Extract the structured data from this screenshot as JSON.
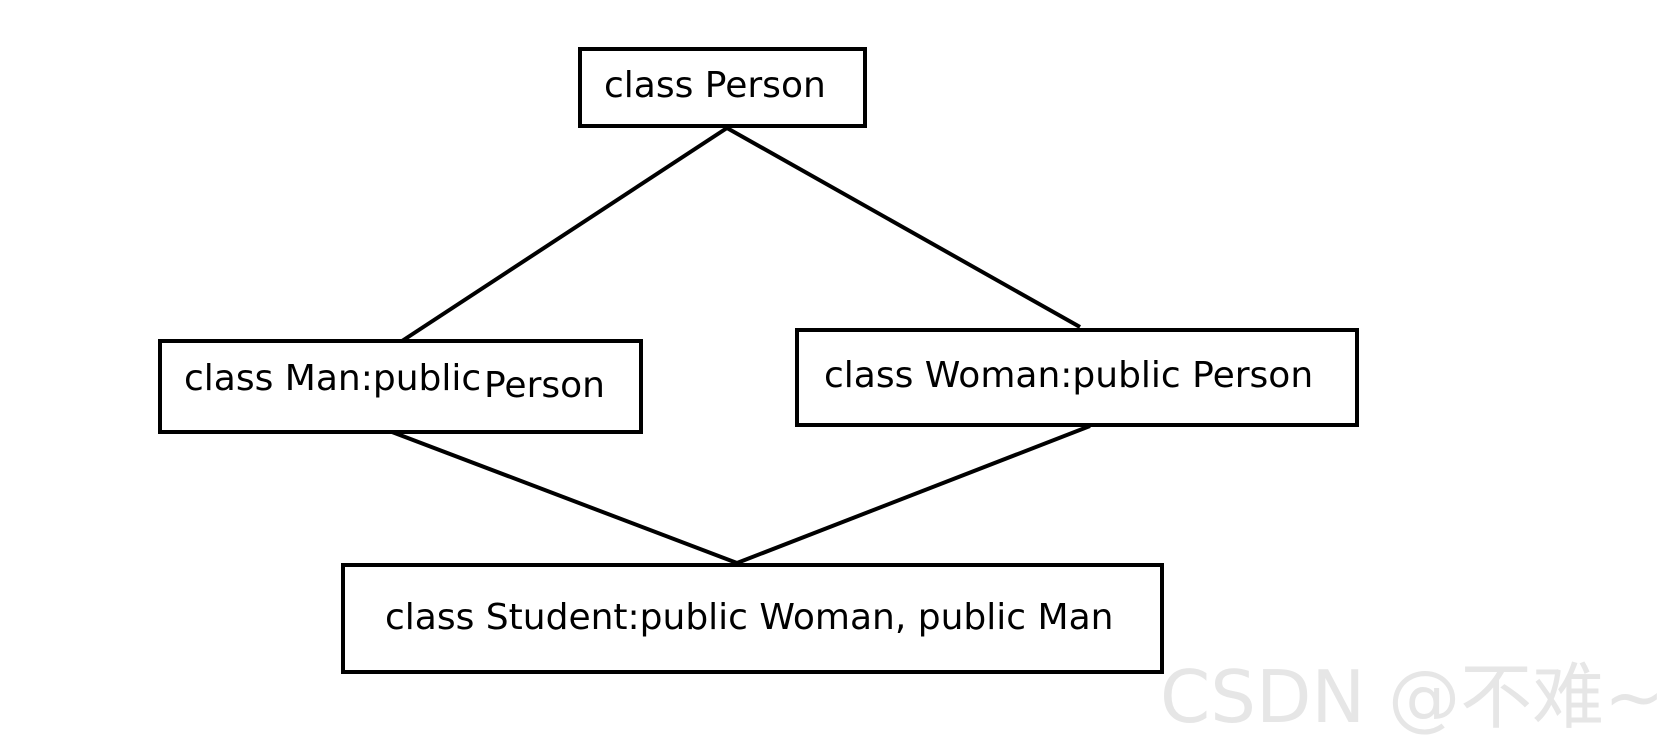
{
  "diagram": {
    "nodes": {
      "person": {
        "label": "class Person"
      },
      "man": {
        "label_main": "class Man:public",
        "label_tail": "Person"
      },
      "woman": {
        "label": "class Woman:public Person"
      },
      "student": {
        "label": "class Student:public Woman, public Man"
      }
    },
    "edges": [
      {
        "from": "person",
        "to": "man"
      },
      {
        "from": "person",
        "to": "woman"
      },
      {
        "from": "man",
        "to": "student"
      },
      {
        "from": "woman",
        "to": "student"
      }
    ]
  },
  "watermark": {
    "text": "CSDN @不难~"
  },
  "colors": {
    "stroke": "#000000",
    "text": "#000000",
    "watermark": "#e6e6e6"
  }
}
